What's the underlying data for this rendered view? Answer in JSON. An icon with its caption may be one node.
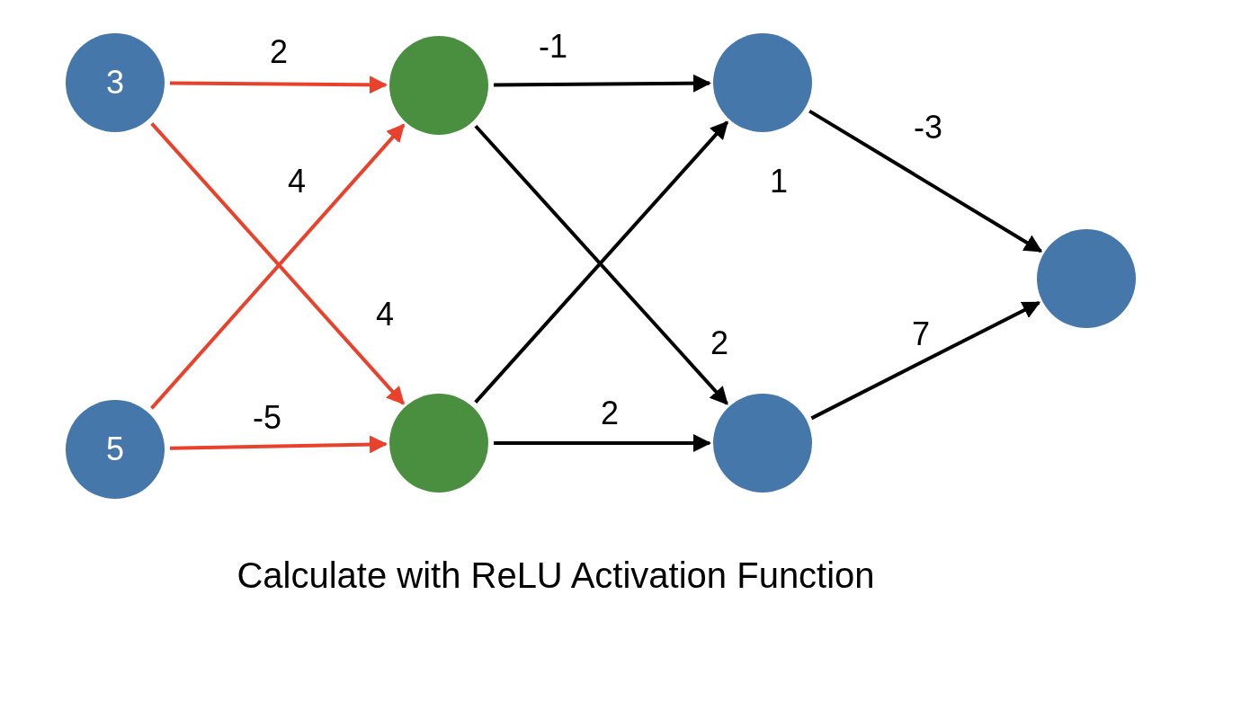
{
  "diagram": {
    "caption": "Calculate with ReLU Activation Function",
    "nodes": [
      {
        "text": [
          "3"
        ]
      },
      {
        "text": [
          "5"
        ]
      },
      {
        "text": [],
        "shape": "circle"
      },
      {
        "text": [],
        "shape": "circle"
      },
      {
        "text": [],
        "shape": "circle"
      },
      {
        "text": [],
        "shape": "circle"
      },
      {
        "text": [],
        "shape": "circle"
      }
    ],
    "edges": [
      {
        "from": 0,
        "to": 2,
        "arrow": "to",
        "label": "2",
        "color": "#e8412c"
      },
      {
        "from": 0,
        "to": 3,
        "arrow": "to",
        "label": "4",
        "color": "#e8412c"
      },
      {
        "from": 1,
        "to": 2,
        "arrow": "to",
        "label": "4",
        "color": "#e8412c"
      },
      {
        "from": 1,
        "to": 3,
        "arrow": "to",
        "label": "-5",
        "color": "#e8412c"
      },
      {
        "from": 2,
        "to": 4,
        "arrow": "to",
        "label": "-1"
      },
      {
        "from": 2,
        "to": 5,
        "arrow": "to",
        "label": "2"
      },
      {
        "from": 3,
        "to": 4,
        "arrow": "to",
        "label": "1"
      },
      {
        "from": 3,
        "to": 5,
        "arrow": "to",
        "label": "2"
      },
      {
        "from": 4,
        "to": 6,
        "arrow": "to",
        "label": "-3"
      },
      {
        "from": 5,
        "to": 6,
        "arrow": "to",
        "label": "7"
      }
    ]
  }
}
